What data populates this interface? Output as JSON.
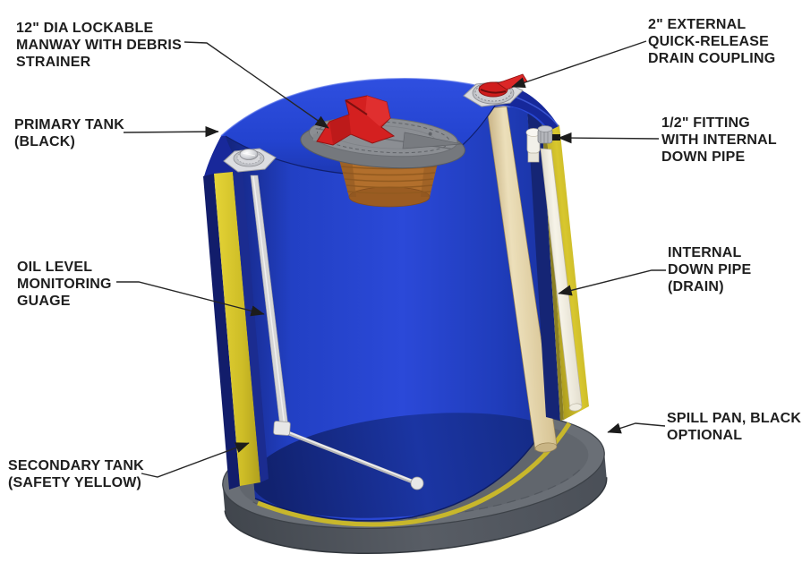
{
  "diagram": {
    "type": "technical-cutaway-diagram",
    "subject": "double-wall oil tank with spill pan",
    "colors": {
      "primary_tank_blue": "#1b35c6",
      "secondary_tank_yellow": "#d6c52c",
      "spill_pan_gray": "#666b72",
      "lock_handle_red": "#d01e1e",
      "strainer_brown": "#b06f2d",
      "down_pipe_tan": "#e3d5ae",
      "drain_pipe_white": "#f0ebdd",
      "label_text": "#1e1e1e"
    },
    "labels": {
      "manway": [
        "12\" DIA LOCKABLE",
        "MANWAY WITH DEBRIS",
        "STRAINER"
      ],
      "primary_tank": [
        "PRIMARY TANK",
        "(BLACK)"
      ],
      "quick_release": [
        "2\" EXTERNAL",
        "QUICK-RELEASE",
        "DRAIN COUPLING"
      ],
      "half_inch_fitting": [
        "1/2\" FITTING",
        "WITH INTERNAL",
        "DOWN PIPE"
      ],
      "oil_gauge": [
        "OIL LEVEL",
        "MONITORING",
        "GUAGE"
      ],
      "internal_down_pipe": [
        "INTERNAL",
        "DOWN PIPE",
        "(DRAIN)"
      ],
      "secondary_tank": [
        "SECONDARY TANK",
        "(SAFETY YELLOW)"
      ],
      "spill_pan": [
        "SPILL PAN, BLACK",
        "OPTIONAL"
      ]
    }
  }
}
